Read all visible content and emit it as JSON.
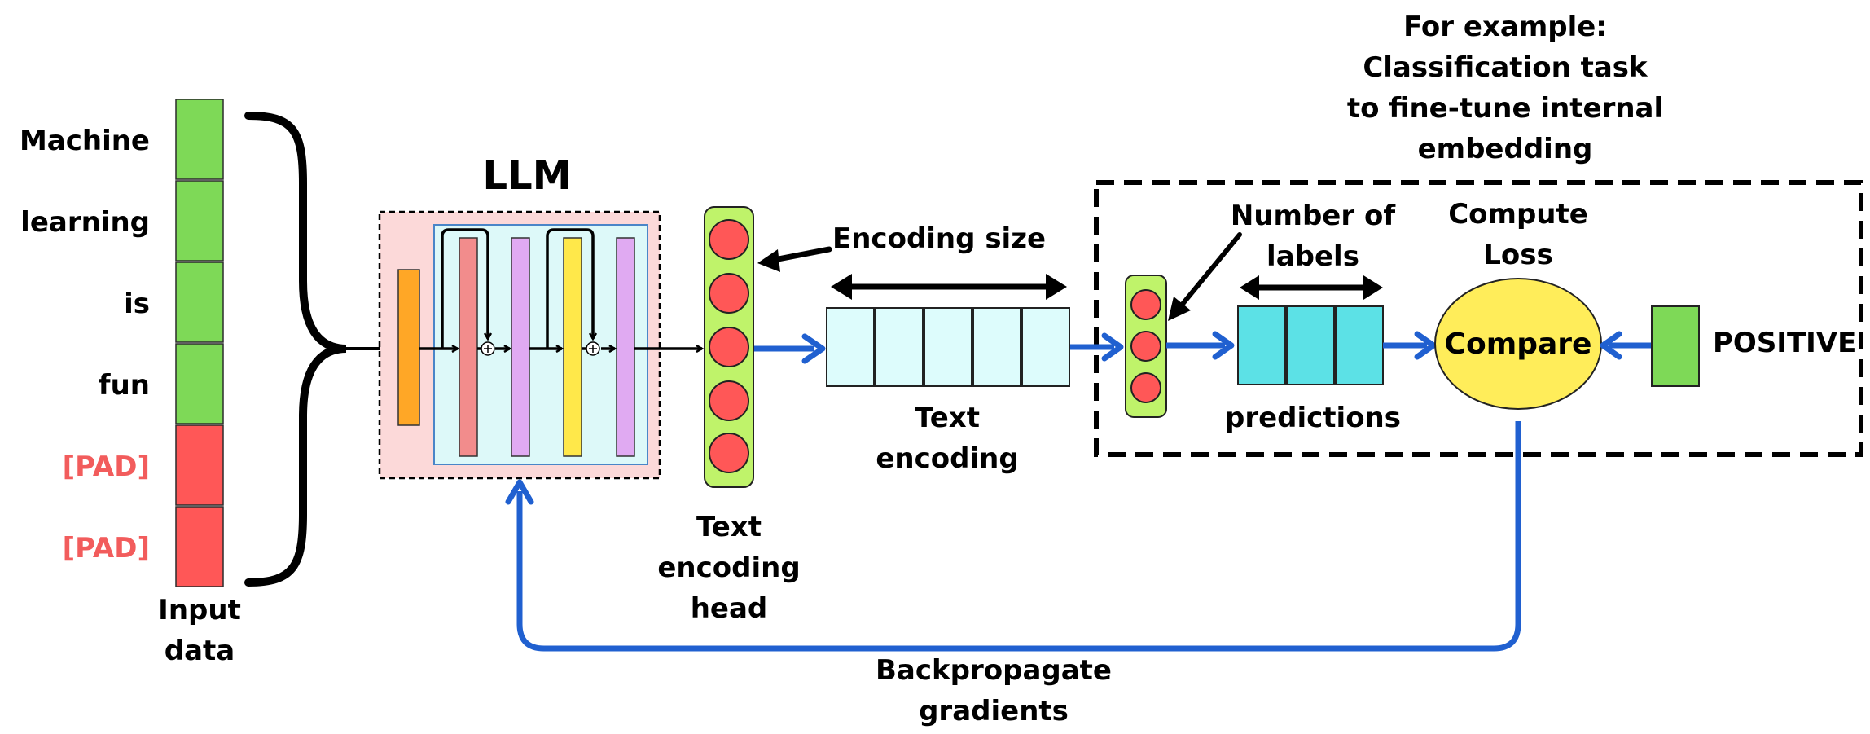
{
  "colors": {
    "token_green": "#7ed957",
    "token_red": "#ff5757",
    "pad_text": "#f25c5c",
    "arrow_blue": "#2060d0",
    "llm_bg": "#fcd9d9",
    "inner_bg": "#ddf9f9",
    "head_green": "#bff36a",
    "encoding_cell": "#ddfcfc",
    "prediction_cell": "#5ce1e6",
    "compare_yellow": "#ffed5a",
    "layer_orange": "#ffa726",
    "layer_salmon": "#f28c8c",
    "layer_violet": "#e0aaf2",
    "layer_yellow": "#ffe84a"
  },
  "input": {
    "tokens": [
      "Machine",
      "learning",
      "is",
      "fun",
      "[PAD]",
      "[PAD]"
    ],
    "label_line1": "Input",
    "label_line2": "data"
  },
  "llm": {
    "title": "LLM"
  },
  "head": {
    "label_line1": "Text",
    "label_line2": "encoding",
    "label_line3": "head"
  },
  "encoding": {
    "size_label": "Encoding size",
    "label_line1": "Text",
    "label_line2": "encoding"
  },
  "task": {
    "note_line1": "For example:",
    "note_line2": "Classification task",
    "note_line3": "to  fine-tune internal",
    "note_line4": "embedding",
    "labels_line1": "Number of",
    "labels_line2": "labels",
    "loss_line1": "Compute",
    "loss_line2": "Loss",
    "compare": "Compare",
    "predictions": "predictions",
    "target": "POSITIVE"
  },
  "backprop": {
    "line1": "Backpropagate",
    "line2": "gradients"
  }
}
